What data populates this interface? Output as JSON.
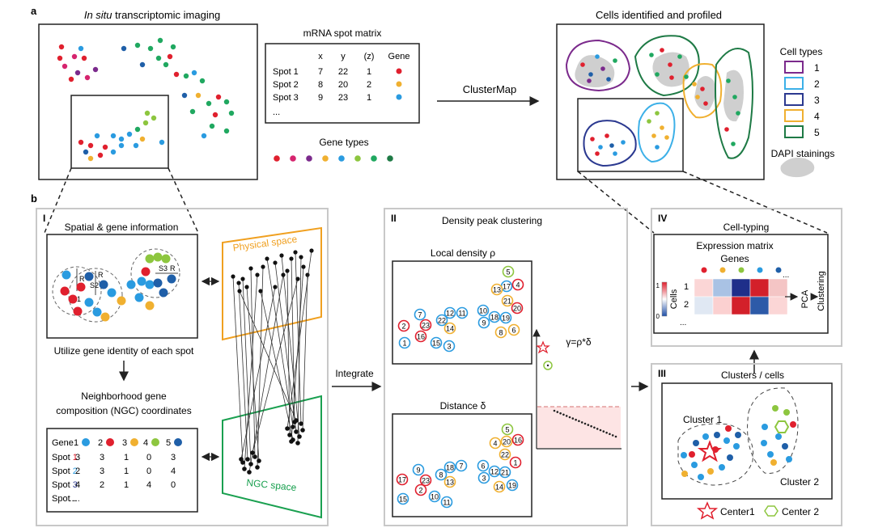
{
  "panel_a": {
    "label": "a",
    "insitu_title_italic": "In situ",
    "insitu_title_rest": " transcriptomic imaging",
    "matrix_title": "mRNA spot matrix",
    "matrix_headers": [
      "x",
      "y",
      "(z)",
      "Gene"
    ],
    "matrix_rows": [
      {
        "spot": "Spot 1",
        "x": "7",
        "y": "22",
        "z": "1"
      },
      {
        "spot": "Spot 2",
        "x": "8",
        "y": "20",
        "z": "2"
      },
      {
        "spot": "Spot 3",
        "x": "9",
        "y": "23",
        "z": "1"
      }
    ],
    "matrix_ellipsis": "...",
    "gene_types_label": "Gene types",
    "clustermap_label": "ClusterMap",
    "cells_title": "Cells identified and profiled",
    "cell_types_title": "Cell types",
    "cell_types": [
      "1",
      "2",
      "3",
      "4",
      "5"
    ],
    "dapi_label": "DAPI stainings"
  },
  "panel_b": {
    "label": "b",
    "section_I": {
      "roman": "I",
      "spatial_title": "Spatial & gene information",
      "r_label": "R",
      "s1": "S1",
      "s2": "S2",
      "s3": "S3",
      "utilize_text": "Utilize gene identity of each spot",
      "ngc_title_line1": "Neighborhood gene",
      "ngc_title_line2": "composition (NGC) coordinates",
      "ngc_gene_label": "Gene",
      "ngc_gene_numbers": [
        "1",
        "2",
        "3",
        "4",
        "5"
      ],
      "ngc_rows": [
        {
          "spot": "Spot ",
          "num": "1",
          "values": [
            "3",
            "3",
            "1",
            "0",
            "3"
          ]
        },
        {
          "spot": "Spot ",
          "num": "2",
          "values": [
            "2",
            "3",
            "1",
            "0",
            "4"
          ]
        },
        {
          "spot": "Spot ",
          "num": "3",
          "values": [
            "4",
            "2",
            "1",
            "4",
            "0"
          ]
        },
        {
          "spot": "Spot ",
          "num": "...",
          "values": [
            "...",
            "",
            "",
            "",
            ""
          ]
        }
      ],
      "physical_space": "Physical space",
      "ngc_space": "NGC space"
    },
    "integrate_label": "Integrate",
    "section_II": {
      "roman": "II",
      "title": "Density peak clustering",
      "local_density": "Local density ρ",
      "distance": "Distance δ",
      "gamma": "γ=ρ*δ"
    },
    "section_III": {
      "roman": "III",
      "title": "Clusters / cells",
      "cluster1": "Cluster 1",
      "cluster2": "Cluster 2",
      "center1": "Center1",
      "center2": "Center 2"
    },
    "section_IV": {
      "roman": "IV",
      "title": "Cell-typing",
      "matrix_title": "Expression matrix",
      "genes_label": "Genes",
      "cells_label": "Cells",
      "row_labels": [
        "1",
        "2"
      ],
      "colorbar_max": "1",
      "colorbar_min": "0",
      "ellipsis": "...",
      "pca_label": "PCA",
      "clustering_label": "Clustering"
    }
  },
  "colors": {
    "gene": [
      "#e0202e",
      "#d6246e",
      "#7b2a8c",
      "#f0b030",
      "#2a9be0",
      "#8dc63f",
      "#20a860",
      "#1f5fa8"
    ],
    "celltype": [
      "#7b2a8c",
      "#3cb0e8",
      "#2b3990",
      "#f0b030",
      "#1e7a45"
    ],
    "physical": "#f0a020",
    "ngc": "#1aa050",
    "panel_border": "#c8c8c8"
  },
  "spot_labels": {
    "density": [
      "5",
      "17",
      "4",
      "13",
      "21",
      "20",
      "12",
      "11",
      "7",
      "22",
      "10",
      "18",
      "19",
      "2",
      "23",
      "14",
      "9",
      "8",
      "6",
      "16",
      "1",
      "15",
      "3"
    ],
    "distance": [
      "5",
      "4",
      "20",
      "16",
      "22",
      "1",
      "18",
      "7",
      "9",
      "8",
      "6",
      "12",
      "21",
      "17",
      "13",
      "3",
      "2",
      "14",
      "19",
      "23",
      "10",
      "11",
      "15"
    ]
  }
}
